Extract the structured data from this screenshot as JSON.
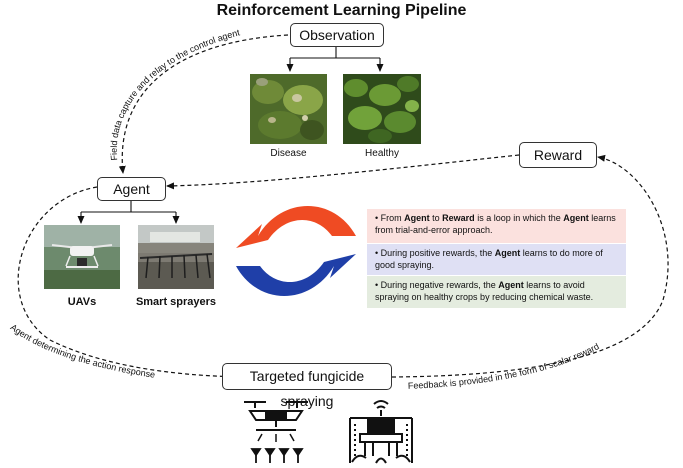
{
  "title": "Reinforcement Learning Pipeline",
  "nodes": {
    "observation": "Observation",
    "agent": "Agent",
    "reward": "Reward",
    "action": "Targeted fungicide spraying"
  },
  "captions": {
    "disease": "Disease",
    "healthy": "Healthy",
    "uavs": "UAVs",
    "sprayers": "Smart sprayers"
  },
  "arc_labels": {
    "observe": "Field data capture and relay to the control agent",
    "act": "Agent determining the action response",
    "feedback": "Feedback is provided in the form of scalar reward"
  },
  "notes": [
    {
      "color": "#fbe1de",
      "segments": [
        {
          "t": "From ",
          "b": false
        },
        {
          "t": "Agent",
          "b": true
        },
        {
          "t": " to ",
          "b": false
        },
        {
          "t": "Reward",
          "b": true
        },
        {
          "t": " is a loop in which the ",
          "b": false
        },
        {
          "t": "Agent",
          "b": true
        },
        {
          "t": " learns from trial-and-error approach.",
          "b": false
        }
      ]
    },
    {
      "color": "#dfe0f4",
      "segments": [
        {
          "t": "During positive rewards, the ",
          "b": false
        },
        {
          "t": "Agent",
          "b": true
        },
        {
          "t": " learns to do more of good spraying.",
          "b": false
        }
      ]
    },
    {
      "color": "#e4ecdf",
      "segments": [
        {
          "t": "During negative rewards, the ",
          "b": false
        },
        {
          "t": "Agent",
          "b": true
        },
        {
          "t": " learns to avoid spraying on healthy crops by reducing chemical waste.",
          "b": false
        }
      ]
    }
  ],
  "colors": {
    "cycle_top": "#ef4b23",
    "cycle_bottom": "#1f3fa8",
    "leaf_dark": "#3c5a22",
    "leaf_light": "#7e9a44"
  },
  "icons": {
    "drone": "crop-spraying-drone-icon",
    "robot": "ground-spraying-robot-icon"
  }
}
